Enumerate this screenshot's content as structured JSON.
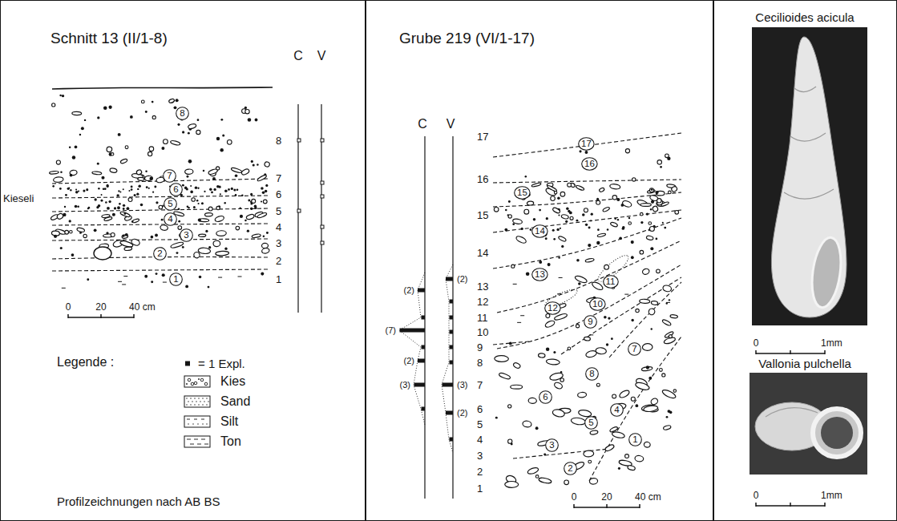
{
  "diagram": {
    "nodes": [
      {
        "text": [
          "Schnitt 13 (II/1-8)"
        ]
      },
      {
        "text": [
          "Grube 219 (VI/1-17)"
        ]
      },
      {
        "text": [
          "Cecilioides acicula",
          "Vallonia pulchella"
        ]
      },
      {
        "text": [
          "8"
        ],
        "in": 0
      },
      {
        "text": [
          "7"
        ],
        "in": 0
      },
      {
        "text": [
          "6"
        ],
        "in": 0
      },
      {
        "text": [
          "5"
        ],
        "in": 0
      },
      {
        "text": [
          "4"
        ],
        "in": 0
      },
      {
        "text": [
          "3"
        ],
        "in": 0
      },
      {
        "text": [
          "2"
        ],
        "in": 0
      },
      {
        "text": [
          "1"
        ],
        "in": 0
      },
      {
        "text": [
          "17"
        ],
        "in": 1
      },
      {
        "text": [
          "16"
        ],
        "in": 1
      },
      {
        "text": [
          "15"
        ],
        "in": 1
      },
      {
        "text": [
          "14"
        ],
        "in": 1
      },
      {
        "text": [
          "13"
        ],
        "in": 1
      },
      {
        "text": [
          "11"
        ],
        "in": 1
      },
      {
        "text": [
          "10"
        ],
        "in": 1
      },
      {
        "text": [
          "12"
        ],
        "in": 1
      },
      {
        "text": [
          "9"
        ],
        "in": 1
      },
      {
        "text": [
          "7"
        ],
        "in": 1
      },
      {
        "text": [
          "8"
        ],
        "in": 1
      },
      {
        "text": [
          "6"
        ],
        "in": 1
      },
      {
        "text": [
          "4"
        ],
        "in": 1
      },
      {
        "text": [
          "5"
        ],
        "in": 1
      },
      {
        "text": [
          "1"
        ],
        "in": 1
      },
      {
        "text": [
          "3"
        ],
        "in": 1
      },
      {
        "text": [
          "2"
        ],
        "in": 1
      }
    ],
    "labels": [
      "C",
      "V",
      "8",
      "7",
      "6",
      "5",
      "4",
      "3",
      "2",
      "1",
      "Kieseli",
      "0",
      "20",
      "40 cm",
      "Legende :",
      "Profilzeichnungen nach AB BS",
      "C",
      "V",
      "17",
      "16",
      "15",
      "14",
      "13",
      "12",
      "11",
      "10",
      "9",
      "8",
      "7",
      "6",
      "5",
      "4",
      "3",
      "2",
      "1",
      "(2)",
      "(7)",
      "(2)",
      "(3)",
      "(2)",
      "(3)",
      "(2)",
      "0",
      "20",
      "40 cm",
      "0",
      "1mm",
      "0",
      "1mm"
    ],
    "legend": [
      {
        "text": "= 1 Expl."
      },
      {
        "text": "Kies"
      },
      {
        "text": "Sand"
      },
      {
        "text": "Silt"
      },
      {
        "text": "Ton"
      }
    ]
  }
}
